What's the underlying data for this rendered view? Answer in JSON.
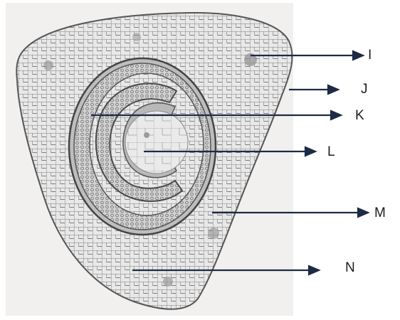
{
  "diagram": {
    "labels": {
      "I": "I",
      "J": "J",
      "K": "K",
      "L": "L",
      "M": "M",
      "N": "N"
    }
  },
  "colors": {
    "background": "#ffffff",
    "paper": "#f1f0ee",
    "cell_wall": "#7d7d7d",
    "cell_fill": "#e6e6e6",
    "outline": "#555555",
    "arrow": "#1f2a44",
    "label_text": "#1c1c1c"
  }
}
